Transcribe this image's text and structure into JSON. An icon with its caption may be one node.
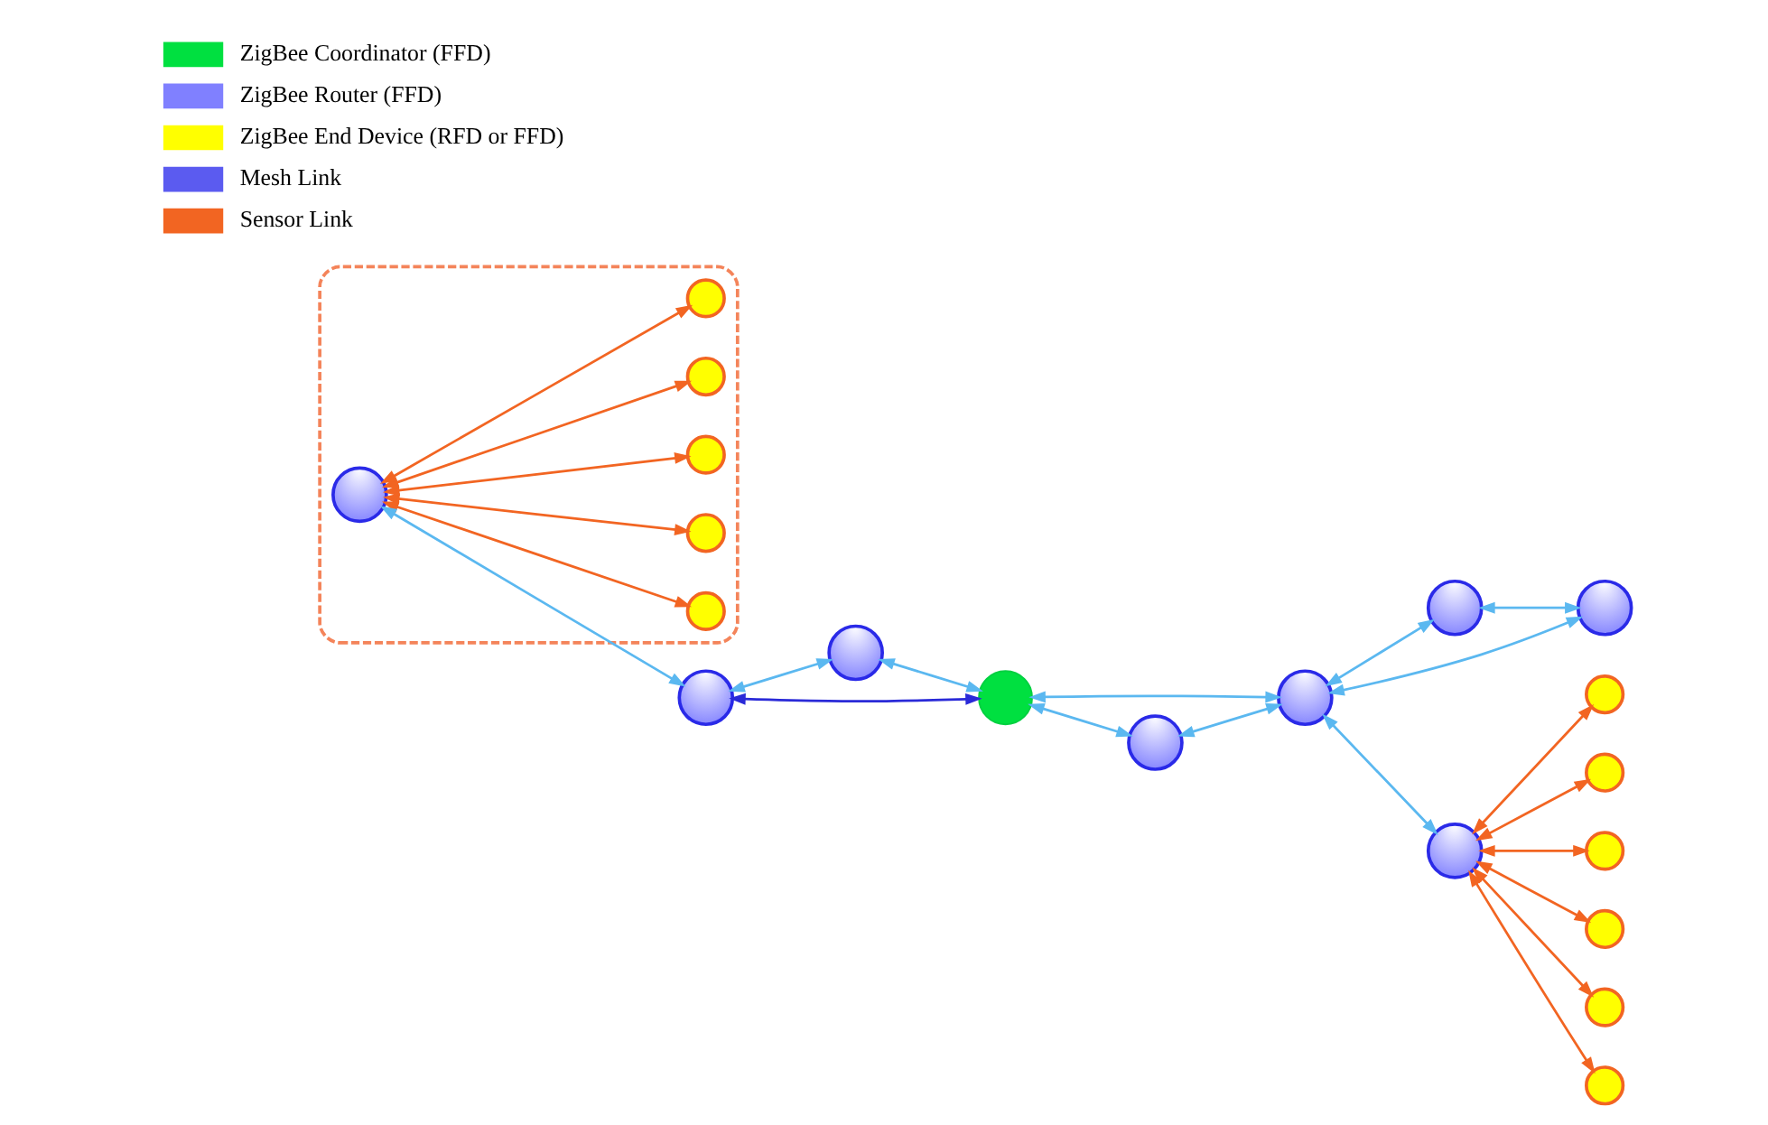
{
  "diagram": {
    "nodes": [
      {
        "text": [],
        "shape": "ellipse"
      },
      {
        "text": [],
        "shape": "circle",
        "in": 0
      },
      {
        "text": [],
        "shape": "circle",
        "in": 0
      },
      {
        "text": [],
        "shape": "circle",
        "in": 0
      },
      {
        "text": [],
        "shape": "circle",
        "in": 0
      },
      {
        "text": [],
        "shape": "circle",
        "in": 0
      },
      {
        "text": [],
        "shape": "circle",
        "in": 0
      },
      {
        "text": [],
        "shape": "circle"
      },
      {
        "text": [],
        "shape": "circle"
      },
      {
        "text": [],
        "shape": "circle"
      },
      {
        "text": [],
        "shape": "circle"
      },
      {
        "text": [],
        "shape": "circle"
      },
      {
        "text": [],
        "shape": "circle"
      },
      {
        "text": [],
        "shape": "circle"
      },
      {
        "text": [],
        "shape": "circle"
      },
      {
        "text": [],
        "shape": "circle"
      },
      {
        "text": [],
        "shape": "circle"
      },
      {
        "text": [],
        "shape": "circle"
      },
      {
        "text": [],
        "shape": "circle"
      },
      {
        "text": [],
        "shape": "circle"
      },
      {
        "text": [],
        "shape": "circle"
      }
    ],
    "edges": [
      {
        "from": 4,
        "to": 1,
        "arrow": "both",
        "color": "#f26522"
      },
      {
        "from": 4,
        "to": 2,
        "arrow": "both",
        "color": "#f26522"
      },
      {
        "from": 4,
        "to": 3,
        "arrow": "both",
        "color": "#f26522"
      },
      {
        "from": 4,
        "to": 5,
        "arrow": "both",
        "color": "#f26522"
      },
      {
        "from": 4,
        "to": 6,
        "arrow": "both",
        "color": "#f26522"
      },
      {
        "from": 4,
        "to": 9,
        "arrow": "both",
        "color": "#5bb8f0"
      },
      {
        "from": 9,
        "to": 7,
        "arrow": "both",
        "color": "#5bb8f0"
      },
      {
        "from": 9,
        "to": 11,
        "arrow": "both",
        "color": "#2a2ad8"
      },
      {
        "from": 7,
        "to": 11,
        "arrow": "both",
        "color": "#5bb8f0"
      },
      {
        "from": 11,
        "to": 12,
        "arrow": "both",
        "color": "#5bb8f0"
      },
      {
        "from": 11,
        "to": 13,
        "arrow": "both",
        "color": "#5bb8f0"
      },
      {
        "from": 13,
        "to": 12,
        "arrow": "both",
        "color": "#5bb8f0"
      },
      {
        "from": 12,
        "to": 8,
        "arrow": "both",
        "color": "#5bb8f0"
      },
      {
        "from": 12,
        "to": 10,
        "arrow": "both",
        "color": "#5bb8f0"
      },
      {
        "from": 8,
        "to": 10,
        "arrow": "both",
        "color": "#5bb8f0"
      },
      {
        "from": 12,
        "to": 17,
        "arrow": "both",
        "color": "#5bb8f0"
      },
      {
        "from": 17,
        "to": 14,
        "arrow": "both",
        "color": "#f26522"
      },
      {
        "from": 17,
        "to": 15,
        "arrow": "both",
        "color": "#f26522"
      },
      {
        "from": 17,
        "to": 16,
        "arrow": "both",
        "color": "#f26522"
      },
      {
        "from": 17,
        "to": 18,
        "arrow": "both",
        "color": "#f26522"
      },
      {
        "from": 17,
        "to": 19,
        "arrow": "both",
        "color": "#f26522"
      },
      {
        "from": 17,
        "to": 20,
        "arrow": "both",
        "color": "#f26522"
      }
    ],
    "legend": [
      {
        "text": "ZigBee Coordinator (FFD)"
      },
      {
        "text": "ZigBee Router (FFD)"
      },
      {
        "text": "ZigBee End Device (RFD or FFD)"
      },
      {
        "text": "Mesh Link"
      },
      {
        "text": "Sensor Link"
      }
    ]
  }
}
